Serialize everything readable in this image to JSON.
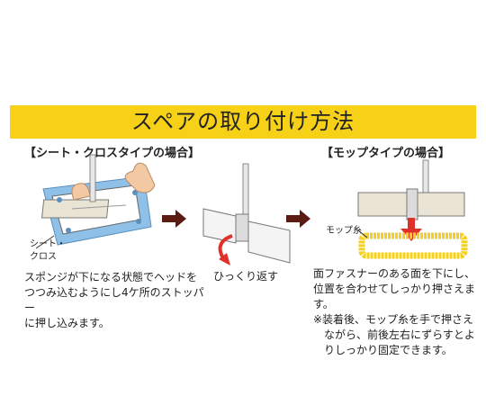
{
  "title": "スペアの取り付け方法",
  "section_sheet": {
    "label": "【シート・クロスタイプの場合】",
    "callout": [
      "シート・",
      "クロス"
    ],
    "description": [
      "スポンジが下になる状態でヘッドを",
      "つつみ込むようにし4ケ所のストッパー",
      "に押し込みます。"
    ]
  },
  "flip_caption": "ひっくり返す",
  "section_mop": {
    "label": "【モップタイプの場合】",
    "callout": "モップ糸",
    "description": [
      "面ファスナーのある面を下にし、",
      "位置を合わせてしっかり押さえます。",
      "※装着後、モップ糸を手で押さえ",
      "　ながら、前後左右にずらすとよ",
      "　りしっかり固定できます。"
    ]
  },
  "colors": {
    "banner": "#f7d117",
    "arrow": "#5b1a12",
    "flip_arrow": "#e0302a",
    "sheet": "#8fc1e8",
    "mop": "#f5d021"
  }
}
